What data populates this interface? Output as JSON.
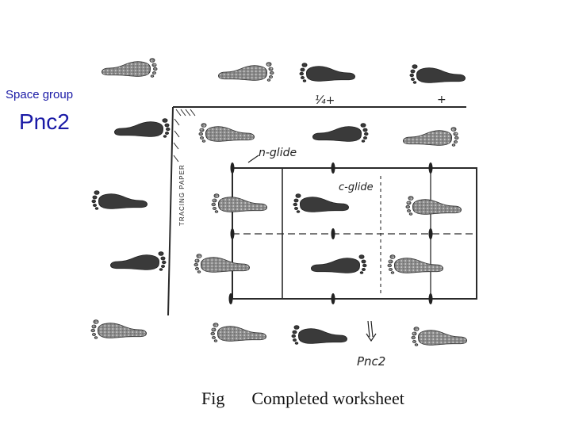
{
  "slide": {
    "title_small": "Space group",
    "title_big": "Pnc2",
    "caption_fig": "Fig",
    "caption_text": "Completed worksheet"
  },
  "figure": {
    "label_n_glide": "n-glide",
    "label_c_glide": "c-glide",
    "label_tracing_paper": "TRACING PAPER",
    "label_result": "Pnc2",
    "label_quarter": "¼+",
    "label_plus": "+",
    "colors": {
      "ink": "#2a2a2a",
      "light_print": "#7a7a7a",
      "dark_print": "#3a3a3a"
    }
  }
}
